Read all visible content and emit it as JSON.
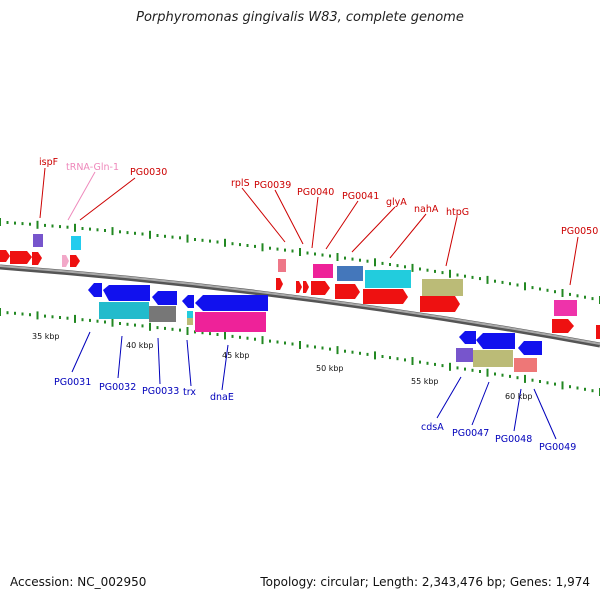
{
  "title": "Porphyromonas gingivalis W83, complete genome",
  "footer": {
    "accession": "Accession: NC_002950",
    "summary": "Topology: circular; Length: 2,343,476 bp; Genes: 1,974"
  },
  "colors": {
    "forward_label": "#cc0000",
    "reverse_label": "#0000bb",
    "trna_label": "#ee88bb",
    "backbone": "#888888",
    "tick": "#228822"
  },
  "ticks": [
    "35 kbp",
    "40 kbp",
    "45 kbp",
    "50 kbp",
    "55 kbp",
    "60 kbp"
  ],
  "labels_top": [
    "ispF",
    "tRNA-Gln-1",
    "PG0030",
    "rplS",
    "PG0039",
    "PG0040",
    "PG0041",
    "glyA",
    "nahA",
    "htpG",
    "PG0050"
  ],
  "labels_bottom": [
    "PG0031",
    "PG0032",
    "PG0033",
    "trx",
    "dnaE",
    "cdsA",
    "PG0047",
    "PG0048",
    "PG0049"
  ]
}
